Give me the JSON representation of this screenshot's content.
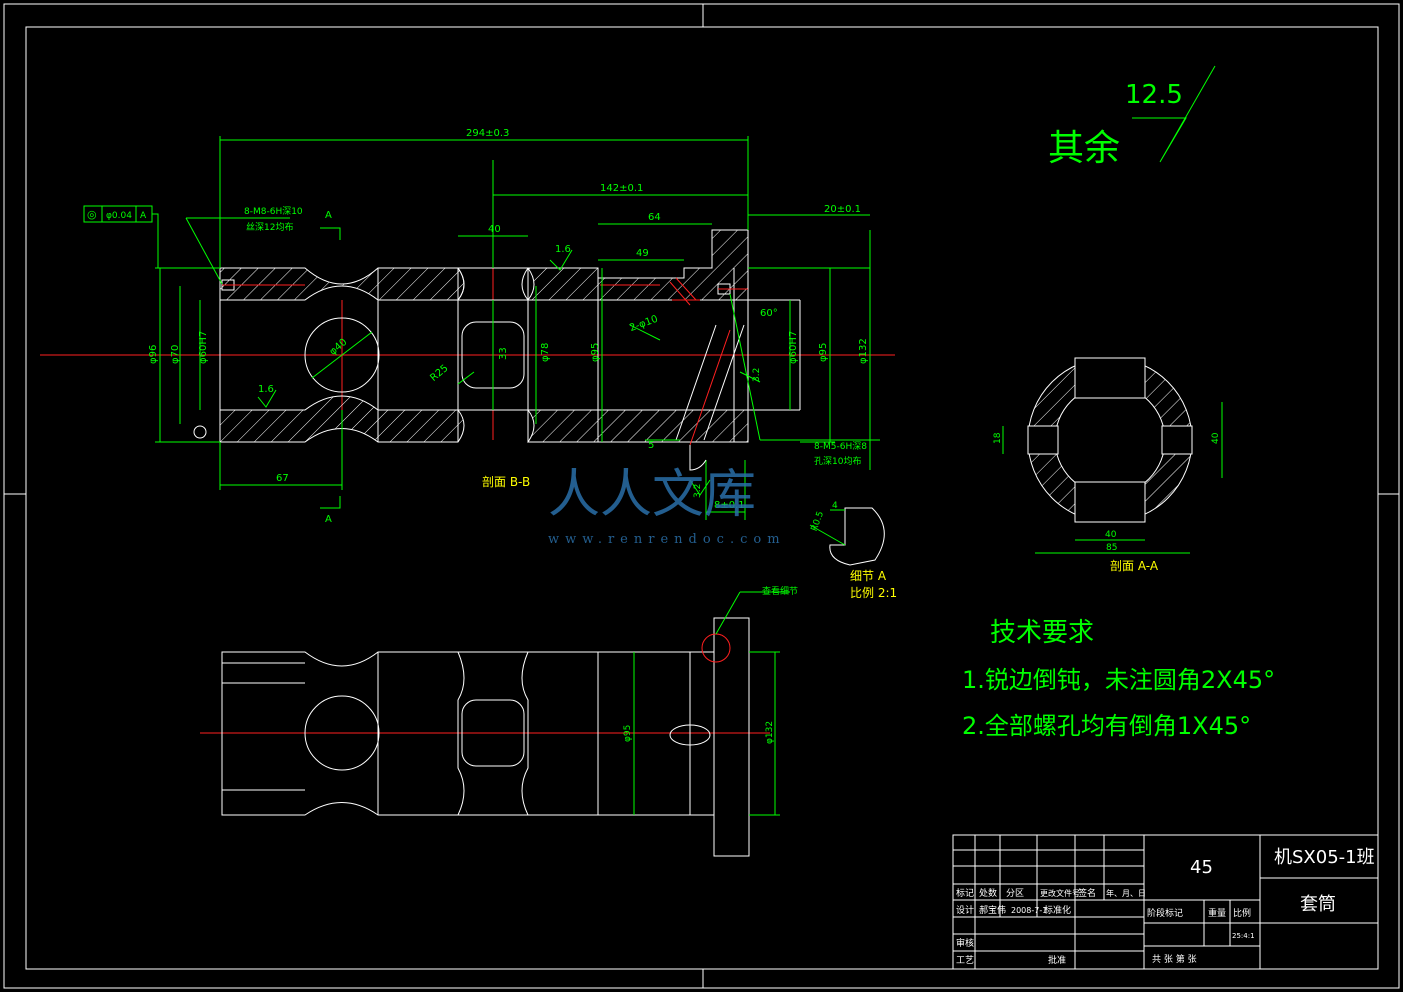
{
  "roughness": {
    "value": "12.5",
    "label": "其余"
  },
  "section_bb": {
    "label": "剖面 B-B"
  },
  "section_aa": {
    "label": "剖面 A-A"
  },
  "detail": {
    "label": "细节 A",
    "scale": "比例 2:1"
  },
  "view_label": "查看细节",
  "dims_top": {
    "overall": "294±0.3",
    "mid": "142±0.1",
    "right": "20±0.1",
    "w40": "40",
    "w64": "64",
    "w49": "49",
    "r16a": "1.6",
    "r16b": "1.6",
    "left67": "67",
    "thread_note1": "8-M8-6H深10",
    "thread_note2": "丝深12均布",
    "thread_note3": "8-M5-6H深8",
    "thread_note4": "孔深10均布",
    "phi96": "φ96",
    "phi70": "φ70",
    "phi60": "φ60H7",
    "hole40": "φ40",
    "r25": "R25",
    "d33": "33",
    "phi78": "φ78",
    "phi95b": "φ95",
    "holes10": "2-φ10",
    "a60": "60°",
    "phi60b": "φ60H7",
    "phi95c": "φ95",
    "phi132": "φ132",
    "d5": "5",
    "d8": "8±0.1",
    "d4": "4",
    "r32": "3.2",
    "r32b": "3.2",
    "rr05": "R0.5",
    "tol_sym": "◎",
    "tol_val": "φ0.04",
    "tol_ref": "A",
    "secA1": "A",
    "secA2": "A"
  },
  "dims_aa": {
    "d18": "18",
    "d40v": "40",
    "d40h": "40",
    "d85": "85"
  },
  "dims_bottom": {
    "phi95": "φ95",
    "phi132": "φ132"
  },
  "tech": {
    "title": "技术要求",
    "line1": "1.锐边倒钝，未注圆角2X45°",
    "line2": "2.全部螺孔均有倒角1X45°"
  },
  "title_block": {
    "material": "45",
    "class": "机SX05-1班",
    "part": "套筒",
    "h_mark": "标记",
    "h_count": "处数",
    "h_zone": "分区",
    "h_doc": "更改文件号",
    "h_sign": "签名",
    "h_date": "年、月、日",
    "design": "设计",
    "designer": "郝宝伟",
    "date": "2008-7-1",
    "std": "标准化",
    "stage": "阶段标记",
    "weight": "重量",
    "scale": "比例",
    "scale_val": "25:4:1",
    "review": "审核",
    "process": "工艺",
    "approve": "批准",
    "sheets": "共 张 第 张"
  },
  "watermark": {
    "text": "人人文库",
    "url": "www.renrendoc.com"
  }
}
